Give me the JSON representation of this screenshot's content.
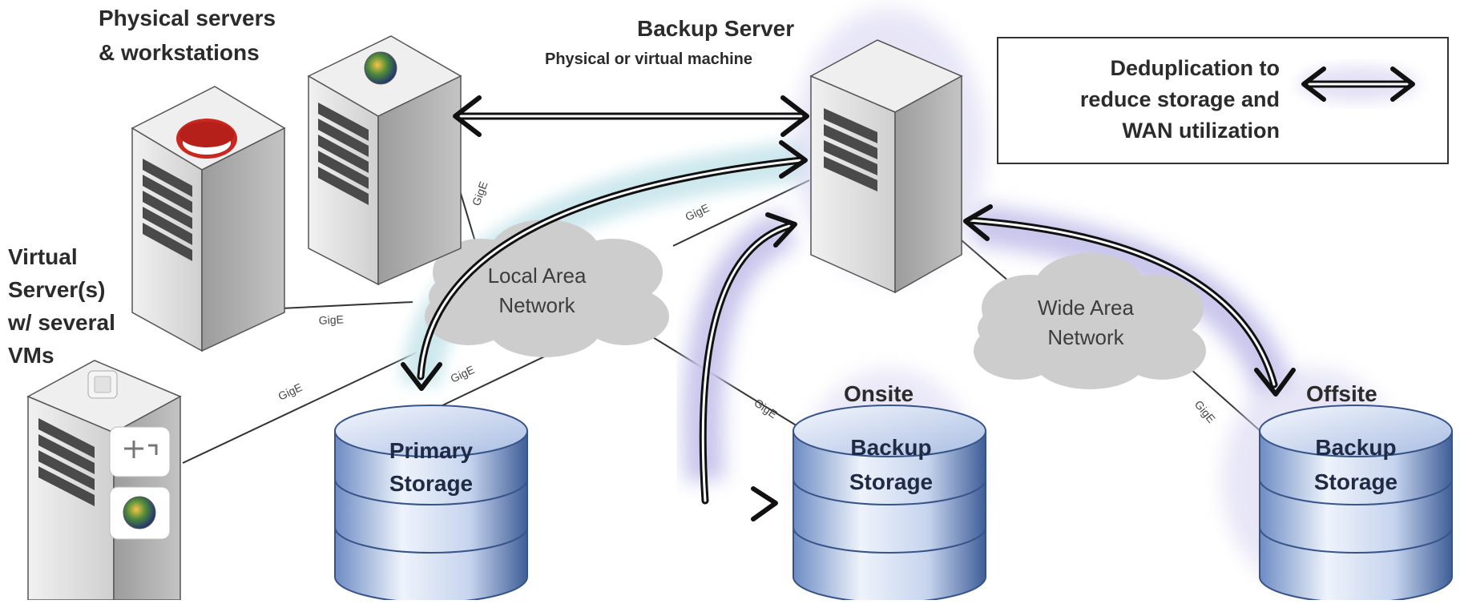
{
  "labels": {
    "physical": [
      "Physical servers",
      "& workstations"
    ],
    "virtual": [
      "Virtual",
      "Server(s)",
      "w/ several",
      "VMs"
    ],
    "backup_server_title": "Backup Server",
    "backup_server_sub": "Physical or virtual machine",
    "onsite": "Onsite",
    "offsite": "Offsite"
  },
  "legend": {
    "lines": [
      "Deduplication to",
      "reduce storage and",
      "WAN utilization"
    ]
  },
  "clouds": {
    "lan": [
      "Local Area",
      "Network"
    ],
    "wan": [
      "Wide Area",
      "Network"
    ]
  },
  "storage": {
    "primary": [
      "Primary",
      "Storage"
    ],
    "onsite": [
      "Backup",
      "Storage"
    ],
    "offsite": [
      "Backup",
      "Storage"
    ]
  },
  "link_label": "GigE",
  "colors": {
    "server_front": "#dcdcdc",
    "server_side": "#a9a9a9",
    "disk_blue": "#4f6ea8",
    "disk_light": "#e8eef8",
    "glow_teal": "#cfe9ef",
    "glow_purple": "#c9c6ec",
    "cloud": "#cfcfcf"
  },
  "icons": [
    "windows-logo-icon",
    "redhat-logo-icon",
    "vm-icon",
    "network-vm-icon"
  ]
}
